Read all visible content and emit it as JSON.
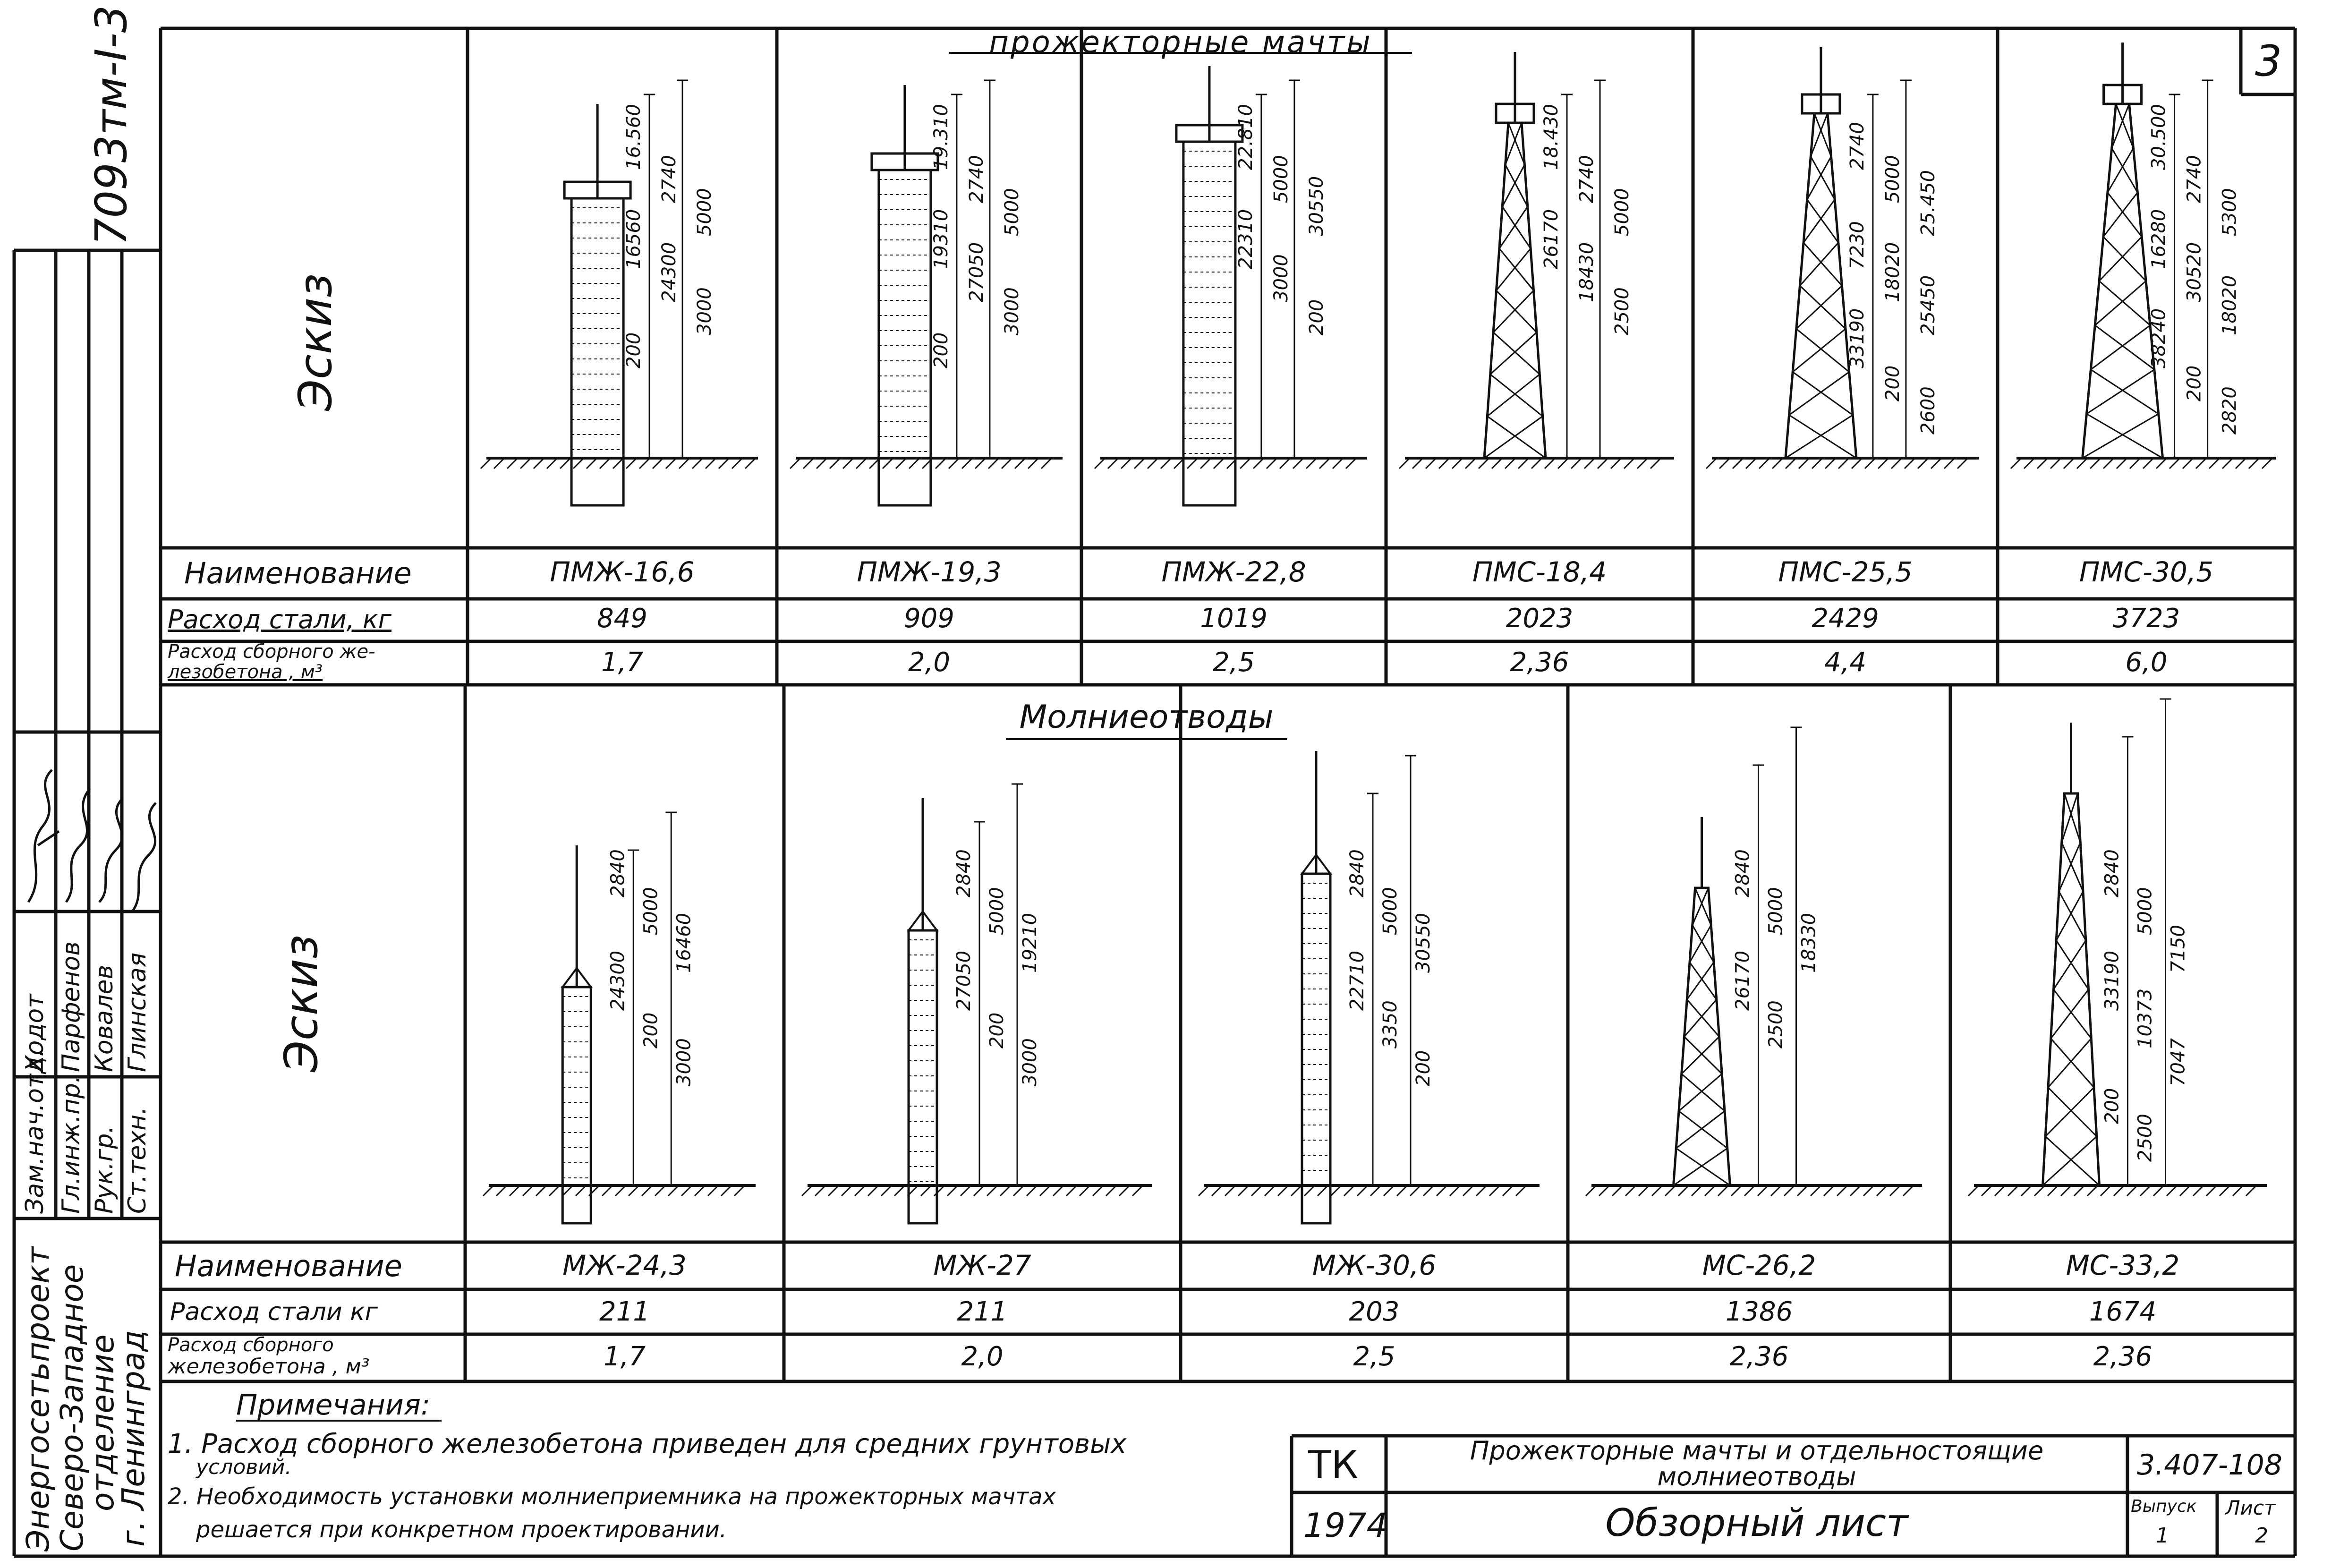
{
  "sheet_number": "3",
  "drawing_code_side": "7093тм-I-3",
  "top": {
    "title": "прожекторные мачты",
    "sketch_label": "Эскиз",
    "row_labels": {
      "name": "Наименование",
      "steel": "Расход стали, кг",
      "concrete_l1": "Расход сборного же-",
      "concrete_l2": "лезобетона , м³"
    },
    "items": [
      {
        "name": "ПМЖ-16,6",
        "steel": "849",
        "concrete": "1,7",
        "dims": [
          "16.560",
          "2740",
          "5000",
          "16560",
          "24300",
          "3000",
          "200"
        ]
      },
      {
        "name": "ПМЖ-19,3",
        "steel": "909",
        "concrete": "2,0",
        "dims": [
          "19.310",
          "2740",
          "5000",
          "19310",
          "27050",
          "3000",
          "200"
        ]
      },
      {
        "name": "ПМЖ-22,8",
        "steel": "1019",
        "concrete": "2,5",
        "dims": [
          "22.810",
          "5000",
          "30550",
          "22310",
          "3000",
          "200"
        ]
      },
      {
        "name": "ПМС-18,4",
        "steel": "2023",
        "concrete": "2,36",
        "dims": [
          "18.430",
          "2740",
          "5000",
          "26170",
          "18430",
          "2500"
        ]
      },
      {
        "name": "ПМС-25,5",
        "steel": "2429",
        "concrete": "4,4",
        "dims": [
          "2740",
          "5000",
          "25.450",
          "7230",
          "18020",
          "25450",
          "33190",
          "200",
          "2600"
        ]
      },
      {
        "name": "ПМС-30,5",
        "steel": "3723",
        "concrete": "6,0",
        "dims": [
          "30.500",
          "2740",
          "5300",
          "16280",
          "30520",
          "18020",
          "38240",
          "200",
          "2820"
        ]
      }
    ]
  },
  "bottom": {
    "title": "Молниеотводы",
    "sketch_label": "Эскиз",
    "row_labels": {
      "name": "Наименование",
      "steel": "Расход стали кг",
      "concrete_l1": "Расход сборного",
      "concrete_l2": "железобетона , м³"
    },
    "items": [
      {
        "name": "МЖ-24,3",
        "steel": "211",
        "concrete": "1,7",
        "dims": [
          "2840",
          "5000",
          "16460",
          "24300",
          "200",
          "3000"
        ]
      },
      {
        "name": "МЖ-27",
        "steel": "211",
        "concrete": "2,0",
        "dims": [
          "2840",
          "5000",
          "19210",
          "27050",
          "200",
          "3000"
        ]
      },
      {
        "name": "МЖ-30,6",
        "steel": "203",
        "concrete": "2,5",
        "dims": [
          "2840",
          "5000",
          "30550",
          "22710",
          "3350",
          "200"
        ]
      },
      {
        "name": "МС-26,2",
        "steel": "1386",
        "concrete": "2,36",
        "dims": [
          "2840",
          "5000",
          "18330",
          "26170",
          "2500"
        ]
      },
      {
        "name": "МС-33,2",
        "steel": "1674",
        "concrete": "2,36",
        "dims": [
          "2840",
          "5000",
          "7150",
          "33190",
          "10373",
          "7047",
          "200",
          "2500"
        ]
      }
    ]
  },
  "notes": {
    "heading": "Примечания:",
    "lines": [
      "1. Расход  сборного железобетона  приведен для средних грунтовых",
      "условий.",
      "2. Необходимость установки молниеприемника на прожекторных мачтах",
      "решается при конкретном проектировании."
    ]
  },
  "title_block": {
    "tk": "ТК",
    "year": "1974",
    "subject_l1": "Прожекторные мачты  и отдельностоящие",
    "subject_l2": "молниеотводы",
    "sheet_title": "Обзорный   лист",
    "doc_number": "3.407-108",
    "issue_label": "Выпуск",
    "sheet_label": "Лист",
    "issue_value": "1",
    "sheet_value": "2"
  },
  "org_stamp": {
    "lines": [
      "Энергосетьпроект",
      "Северо-Западное",
      "отделение",
      "г. Ленинград"
    ]
  },
  "signatures": {
    "roles": [
      "Зам.нач.отд.",
      "Гл.инж.пр.",
      "Рук.гр.",
      "Ст.техн."
    ],
    "names": [
      "Ходот",
      "Парфенов",
      "Ковалев",
      "Глинская"
    ]
  }
}
